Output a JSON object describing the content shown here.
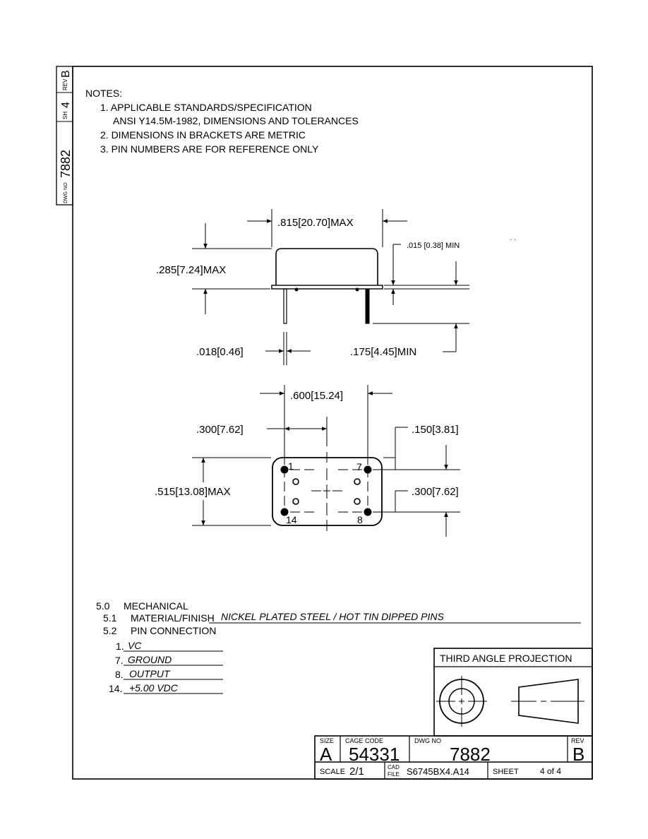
{
  "side_block": {
    "rev_label": "REV",
    "rev_value": "B",
    "sh_label": "SH",
    "sh_value": "4",
    "dwg_label": "DWG NO",
    "dwg_value": "7882"
  },
  "notes": {
    "heading": "NOTES:",
    "items": [
      "1. APPLICABLE STANDARDS/SPECIFICATION",
      "ANSI Y14.5M-1982, DIMENSIONS AND TOLERANCES",
      "2. DIMENSIONS IN BRACKETS ARE METRIC",
      "3. PIN NUMBERS ARE FOR REFERENCE ONLY"
    ]
  },
  "dimensions": {
    "width_max": ".815[20.70]MAX",
    "standoff_min": ".015 [0.38] MIN",
    "height_max": ".285[7.24]MAX",
    "pin_dia": ".018[0.46]",
    "pin_length_min": ".175[4.45]MIN",
    "pin_row_spacing": ".600[15.24]",
    "pin_half_spacing": ".300[7.62]",
    "edge_offset": ".150[3.81]",
    "depth_max": ".515[13.08]MAX",
    "pin_col_spacing": ".300[7.62]"
  },
  "pins": {
    "p1": "1",
    "p7": "7",
    "p14": "14",
    "p8": "8"
  },
  "mechanical": {
    "section": "5.0",
    "section_title": "MECHANICAL",
    "material_num": "5.1",
    "material_label": "MATERIAL/FINISH",
    "material_value": "NICKEL PLATED STEEL / HOT TIN DIPPED PINS",
    "pin_conn_num": "5.2",
    "pin_conn_label": "PIN CONNECTION",
    "connections": [
      {
        "num": "1.",
        "value": "VC"
      },
      {
        "num": "7.",
        "value": "GROUND"
      },
      {
        "num": "8.",
        "value": "OUTPUT"
      },
      {
        "num": "14.",
        "value": "+5.00 VDC"
      }
    ]
  },
  "projection": {
    "title": "THIRD ANGLE PROJECTION"
  },
  "title_block": {
    "size_label": "SIZE",
    "size_value": "A",
    "cage_label": "CAGE CODE",
    "cage_value": "54331",
    "dwg_label": "DWG NO",
    "dwg_value": "7882",
    "rev_label": "REV",
    "rev_value": "B",
    "scale_label": "SCALE",
    "scale_value": "2/1",
    "cad_label_1": "CAD",
    "cad_label_2": "FILE",
    "cad_value": "S6745BX4.A14",
    "sheet_label": "SHEET",
    "sheet_value": "4 of 4"
  }
}
